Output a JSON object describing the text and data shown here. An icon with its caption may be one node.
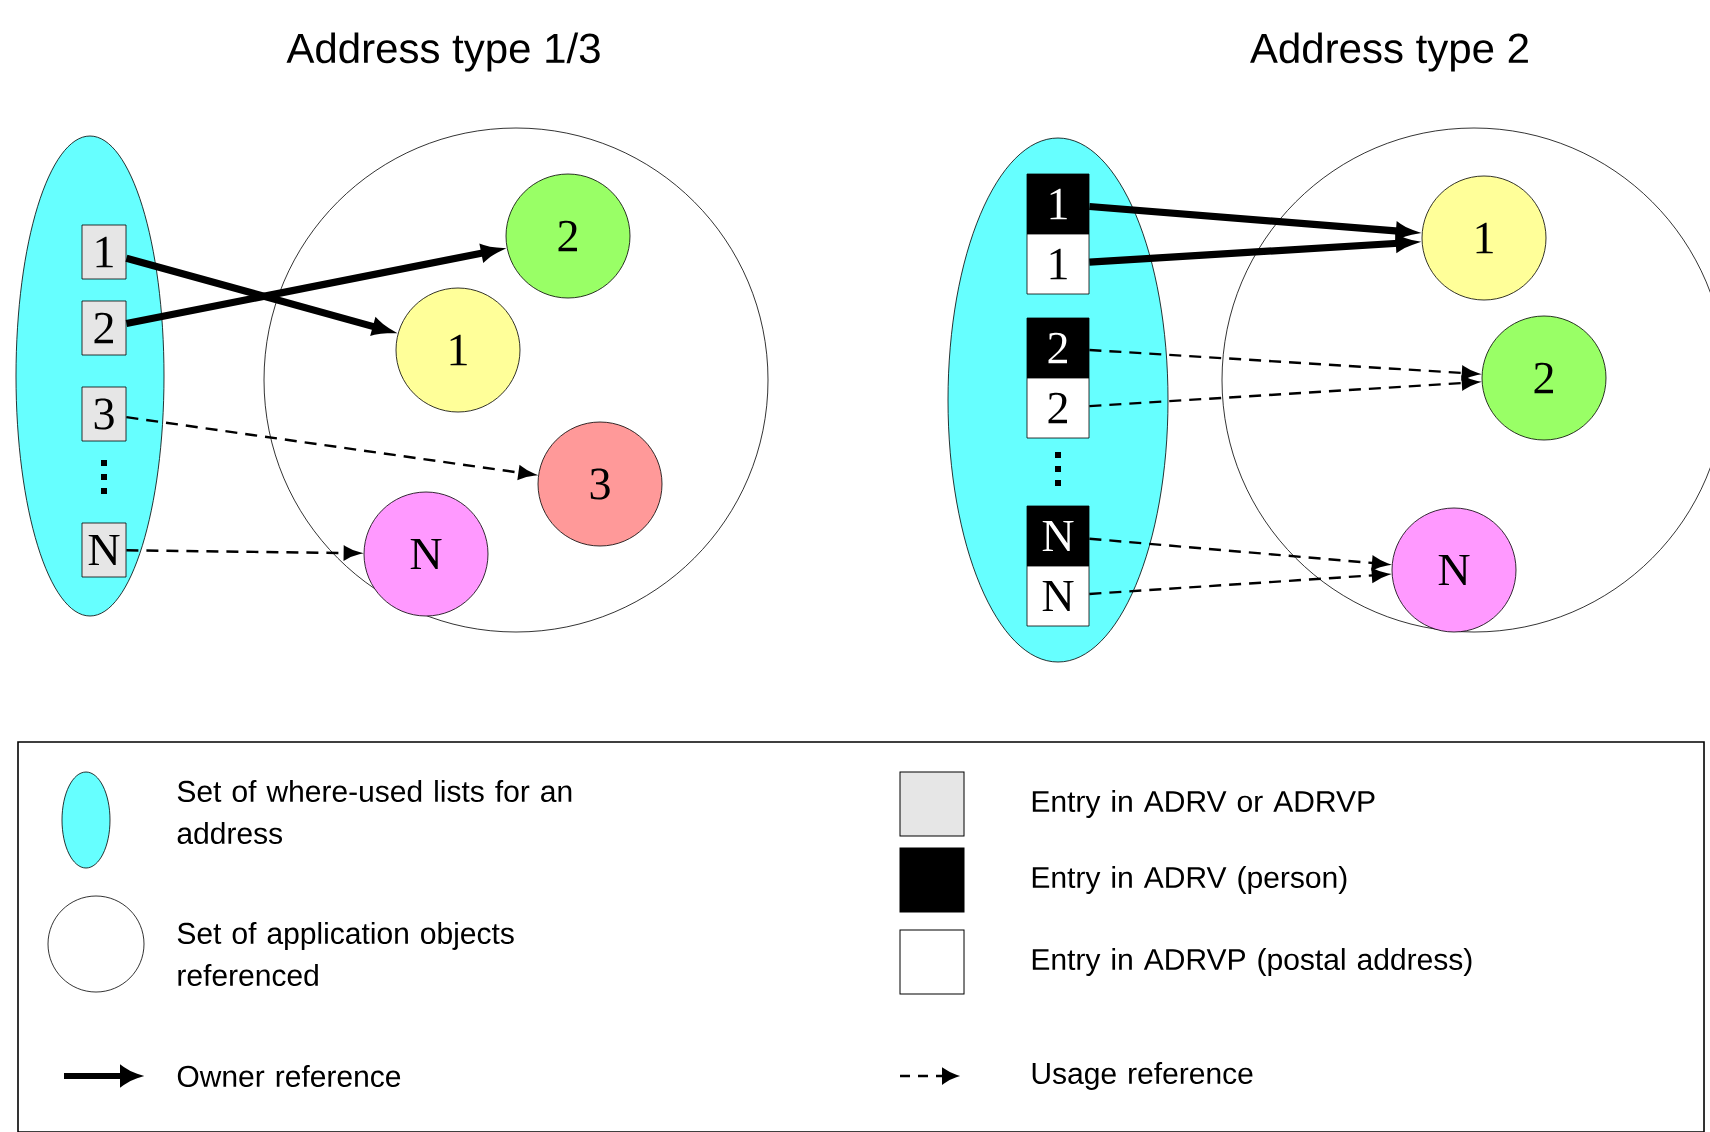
{
  "diagram": {
    "nodes": [
      {
        "text": [],
        "shape": "ellipse"
      },
      {
        "text": [
          "1"
        ],
        "in": 0
      },
      {
        "text": [
          "2"
        ],
        "in": 0
      },
      {
        "text": [
          "3"
        ],
        "in": 0
      },
      {
        "text": [
          "N"
        ],
        "in": 0
      },
      {
        "text": [],
        "shape": "circle"
      },
      {
        "text": [
          "2"
        ],
        "in": 5
      },
      {
        "text": [
          "1"
        ],
        "in": 5
      },
      {
        "text": [
          "3"
        ],
        "in": 5
      },
      {
        "text": [
          "N"
        ],
        "in": 5
      },
      {
        "text": [],
        "shape": "ellipse"
      },
      {
        "text": [
          "1"
        ],
        "in": 10
      },
      {
        "text": [
          "1"
        ],
        "in": 10
      },
      {
        "text": [
          "2"
        ],
        "in": 10
      },
      {
        "text": [
          "2"
        ],
        "in": 10
      },
      {
        "text": [
          "N"
        ],
        "in": 10
      },
      {
        "text": [
          "N"
        ],
        "in": 10
      },
      {
        "text": [],
        "shape": "circle"
      },
      {
        "text": [
          "1"
        ],
        "in": 17
      },
      {
        "text": [
          "2"
        ],
        "in": 17
      },
      {
        "text": [
          "N"
        ],
        "in": 17
      }
    ],
    "edges": [
      {
        "from": 1,
        "to": 7,
        "arrow": "to",
        "style": "thick"
      },
      {
        "from": 2,
        "to": 6,
        "arrow": "to",
        "style": "thick"
      },
      {
        "from": 3,
        "to": 8,
        "arrow": "to",
        "style": "dashed"
      },
      {
        "from": 4,
        "to": 9,
        "arrow": "to",
        "style": "dashed"
      },
      {
        "from": 11,
        "to": 18,
        "arrow": "to",
        "style": "thick"
      },
      {
        "from": 12,
        "to": 18,
        "arrow": "to",
        "style": "thick"
      },
      {
        "from": 13,
        "to": 19,
        "arrow": "to",
        "style": "dashed"
      },
      {
        "from": 14,
        "to": 19,
        "arrow": "to",
        "style": "dashed"
      },
      {
        "from": 15,
        "to": 20,
        "arrow": "to",
        "style": "dashed"
      },
      {
        "from": 16,
        "to": 20,
        "arrow": "to",
        "style": "dashed"
      }
    ],
    "labels": [
      "Address type 1/3",
      "Address type 2"
    ],
    "legend": [
      {
        "text": "Set of where-used lists for an address"
      },
      {
        "text": "Entry in ADRV or ADRVP",
        "color": "#e6e6e6"
      },
      {
        "text": "Entry in ADRV (person)",
        "color": "#000000"
      },
      {
        "text": "Set of application objects referenced"
      },
      {
        "text": "Entry in ADRVP (postal address)"
      },
      {
        "text": "Owner reference"
      },
      {
        "text": "Usage reference"
      }
    ]
  }
}
